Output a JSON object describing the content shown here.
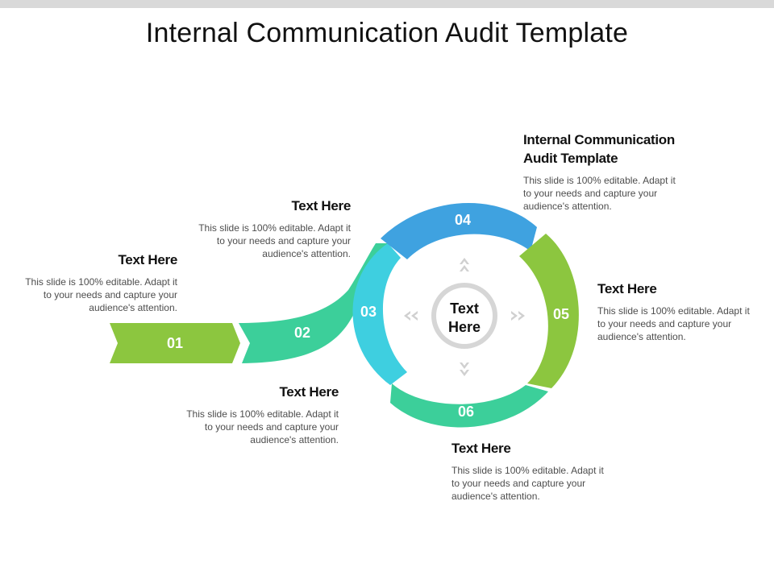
{
  "title": "Internal Communication Audit Template",
  "center": {
    "line1": "Text",
    "line2": "Here"
  },
  "steps": [
    {
      "number": "01",
      "color": "#8cc63f"
    },
    {
      "number": "02",
      "color": "#3ccf9a"
    },
    {
      "number": "03",
      "color": "#3ecfe0"
    },
    {
      "number": "04",
      "color": "#3fa2e0"
    },
    {
      "number": "05",
      "color": "#8cc63f"
    },
    {
      "number": "06",
      "color": "#3ccf9a"
    }
  ],
  "blocks": [
    {
      "heading": "Text Here",
      "body": "This slide is 100% editable. Adapt it to your needs and capture your audience's attention."
    },
    {
      "heading": "Text Here",
      "body": "This slide is 100% editable. Adapt it to your needs and capture your audience's attention."
    },
    {
      "heading": "Text Here",
      "body": "This slide is 100% editable. Adapt it to your needs and capture your audience's attention."
    },
    {
      "heading": "Internal Communication Audit Template",
      "body": "This slide is 100% editable. Adapt it to your needs and capture your audience's attention."
    },
    {
      "heading": "Text Here",
      "body": "This slide is 100% editable. Adapt it to your needs and capture your audience's attention."
    },
    {
      "heading": "Text Here",
      "body": "This slide is 100% editable. Adapt it to your needs and capture your audience's attention."
    }
  ]
}
